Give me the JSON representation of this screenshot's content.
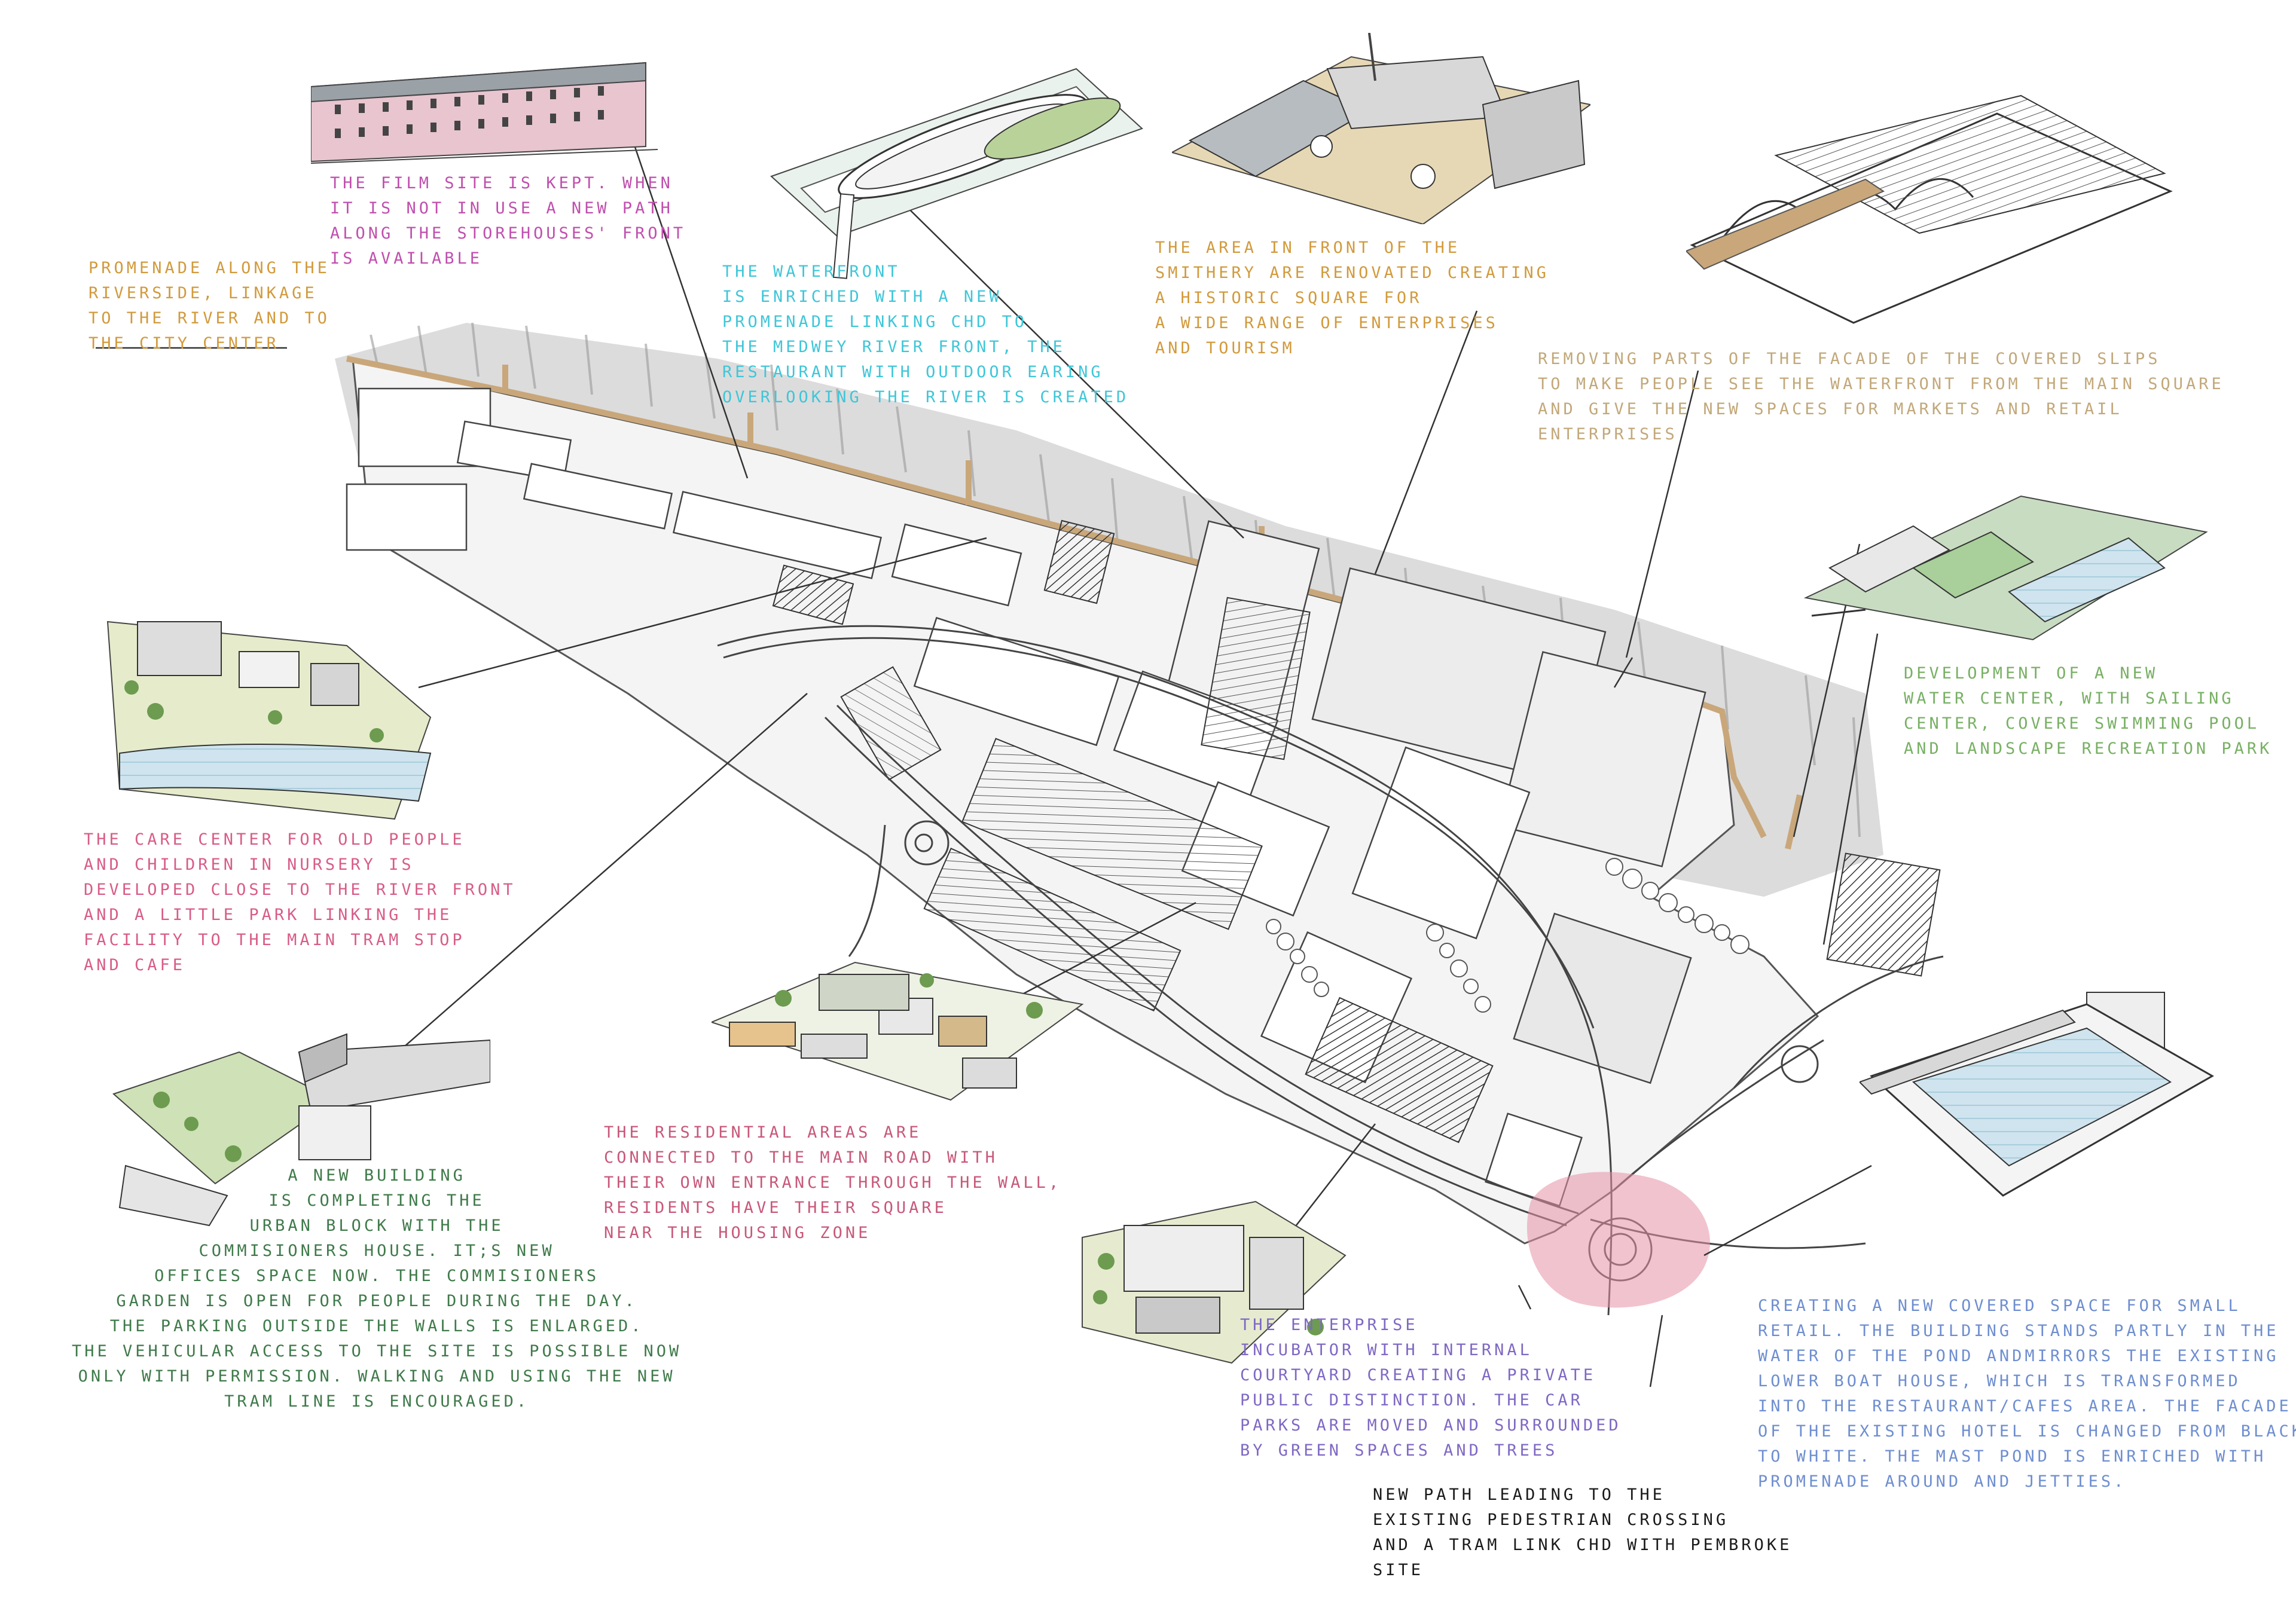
{
  "colors": {
    "magenta": "#c04fae",
    "cyan": "#3fc6d8",
    "gold": "#d29a3c",
    "tan": "#c2a87a",
    "green": "#78b064",
    "pink": "#d85c88",
    "darkgreen": "#3f7a4a",
    "rose": "#c8587a",
    "purple": "#7f68c4",
    "blue": "#6e8ed0",
    "black": "#1a1a1a",
    "promenade": "#c9a77a",
    "pink_zone": "#e691a8"
  },
  "annotations": {
    "film_site": "THE FILM SITE IS KEPT. WHEN\nIT IS NOT IN USE A NEW PATH\nALONG THE STOREHOUSES' FRONT\nIS AVAILABLE",
    "promenade": "PROMENADE ALONG THE\nRIVERSIDE, LINKAGE\nTO THE RIVER AND TO\nTHE CITY CENTER",
    "waterfront": "THE WATERFRONT\nIS ENRICHED WITH A NEW\nPROMENADE LINKING CHD TO\nTHE MEDWEY RIVER FRONT, THE\nRESTAURANT WITH OUTDOOR EARING\nOVERLOOKING THE RIVER IS CREATED",
    "smithery": "THE AREA IN FRONT OF THE\nSMITHERY ARE RENOVATED CREATING\nA HISTORIC SQUARE FOR\nA WIDE RANGE OF ENTERPRISES\nAND TOURISM",
    "covered_slips": "REMOVING PARTS OF THE FACADE OF THE COVERED SLIPS\nTO MAKE PEOPLE SEE THE WATERFRONT FROM THE MAIN SQUARE\nAND GIVE THE NEW SPACES FOR MARKETS AND RETAIL\nENTERPRISES",
    "water_center": "DEVELOPMENT OF A NEW\nWATER CENTER, WITH SAILING\nCENTER, COVERE SWIMMING POOL\nAND LANDSCAPE RECREATION PARK",
    "care_center": "THE CARE CENTER FOR OLD PEOPLE\nAND CHILDREN IN NURSERY IS\nDEVELOPED CLOSE TO THE RIVER FRONT\nAND A LITTLE PARK LINKING THE\nFACILITY TO THE MAIN TRAM STOP\nAND CAFE",
    "new_building": "A NEW BUILDING\nIS COMPLETING THE\nURBAN BLOCK WITH THE\nCOMMISIONERS HOUSE. IT;S NEW\nOFFICES SPACE NOW. THE COMMISIONERS\nGARDEN IS OPEN FOR PEOPLE DURING THE DAY.\nTHE PARKING OUTSIDE THE WALLS IS ENLARGED.\nTHE VEHICULAR ACCESS TO THE SITE IS POSSIBLE NOW\nONLY WITH PERMISSION. WALKING AND USING THE NEW\nTRAM LINE IS ENCOURAGED.",
    "residential": "THE RESIDENTIAL AREAS ARE\nCONNECTED TO THE MAIN ROAD WITH\nTHEIR OWN ENTRANCE THROUGH THE WALL,\nRESIDENTS HAVE THEIR SQUARE\nNEAR THE HOUSING ZONE",
    "enterprise": "THE ENTERPRISE\nINCUBATOR WITH INTERNAL\nCOURTYARD CREATING A PRIVATE\nPUBLIC DISTINCTION. THE CAR\nPARKS ARE MOVED AND SURROUNDED\nBY GREEN SPACES AND TREES",
    "covered_space": "CREATING A NEW COVERED SPACE FOR SMALL\nRETAIL. THE BUILDING STANDS PARTLY IN THE\nWATER OF THE POND ANDMIRRORS THE EXISTING\nLOWER BOAT HOUSE, WHICH IS TRANSFORMED\nINTO THE RESTAURANT/CAFES AREA. THE FACADE\nOF THE EXISTING HOTEL IS CHANGED FROM BLACK\nTO WHITE. THE MAST POND IS ENRICHED WITH\nPROMENADE AROUND AND JETTIES.",
    "new_path": "NEW PATH LEADING TO THE\nEXISTING PEDESTRIAN CROSSING\nAND A TRAM LINK CHD WITH PEMBROKE\nSITE"
  }
}
